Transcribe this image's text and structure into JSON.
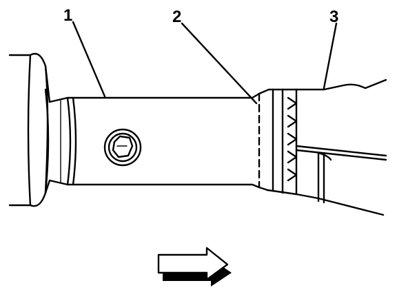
{
  "callouts": [
    {
      "label": "1"
    },
    {
      "label": "2"
    },
    {
      "label": "3"
    }
  ],
  "icons": {
    "direction_arrow": "right-arrow-icon"
  },
  "colors": {
    "line": "#000000",
    "background": "#ffffff"
  }
}
